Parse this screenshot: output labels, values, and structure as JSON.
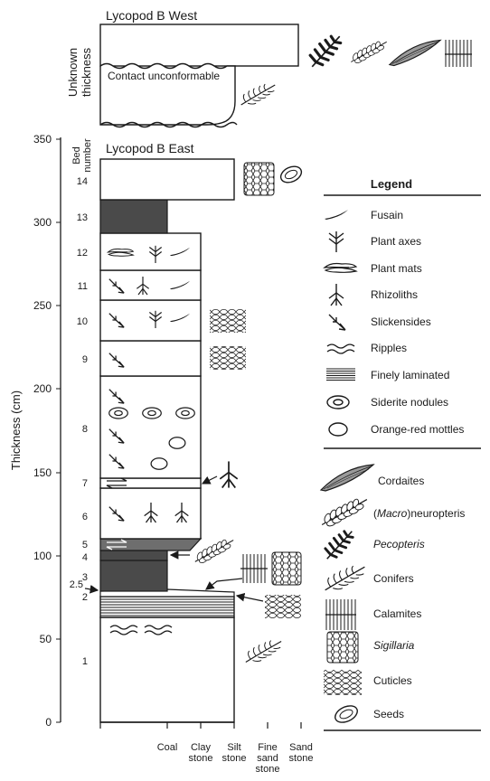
{
  "west": {
    "title": "Lycopod B West",
    "side_label": [
      "Unknown",
      "thickness"
    ],
    "contact_note": "Contact unconformable"
  },
  "east": {
    "title": "Lycopod B East"
  },
  "axis": {
    "label": "Thickness (cm)",
    "ticks": [
      "350",
      "300",
      "250",
      "200",
      "150",
      "100",
      "50",
      "0"
    ],
    "bed_number_label": [
      "Bed",
      "number"
    ]
  },
  "grain_sizes": [
    [
      "Coal"
    ],
    [
      "Clay",
      "stone"
    ],
    [
      "Silt",
      "stone"
    ],
    [
      "Fine",
      "sand",
      "stone"
    ],
    [
      "Sand",
      "stone"
    ]
  ],
  "beds": [
    "14",
    "13",
    "12",
    "11",
    "10",
    "9",
    "8",
    "7",
    "6",
    "5",
    "4",
    "3",
    "2.5",
    "2",
    "1"
  ],
  "legend": {
    "title": "Legend",
    "items": [
      {
        "label": "Fusain",
        "icon": "fusain-icon"
      },
      {
        "label": "Plant axes",
        "icon": "plant-axes-icon"
      },
      {
        "label": "Plant mats",
        "icon": "plant-mats-icon"
      },
      {
        "label": "Rhizoliths",
        "icon": "rhizolith-icon"
      },
      {
        "label": "Slickensides",
        "icon": "slickenside-icon"
      },
      {
        "label": "Ripples",
        "icon": "ripples-icon"
      },
      {
        "label": "Finely laminated",
        "icon": "lamination-icon"
      },
      {
        "label": "Siderite nodules",
        "icon": "siderite-nodule-icon"
      },
      {
        "label": "Orange-red mottles",
        "icon": "mottle-icon"
      }
    ],
    "fossils": [
      {
        "label": "Cordaites",
        "icon": "cordaites-icon"
      },
      {
        "label_prefix": "(",
        "label_italic": "Macro",
        "label_suffix": ")neuropteris",
        "icon": "neuropteris-icon"
      },
      {
        "label_italic": "Pecopteris",
        "icon": "pecopteris-icon"
      },
      {
        "label": "Conifers",
        "icon": "conifer-icon"
      },
      {
        "label": "Calamites",
        "icon": "calamites-icon"
      },
      {
        "label_italic": "Sigillaria",
        "icon": "sigillaria-icon"
      },
      {
        "label": "Cuticles",
        "icon": "cuticles-icon"
      },
      {
        "label": "Seeds",
        "icon": "seed-icon"
      }
    ]
  },
  "colors": {
    "ink": "#1a1a1a",
    "coal": "#4a4a4a",
    "paper": "#ffffff"
  }
}
